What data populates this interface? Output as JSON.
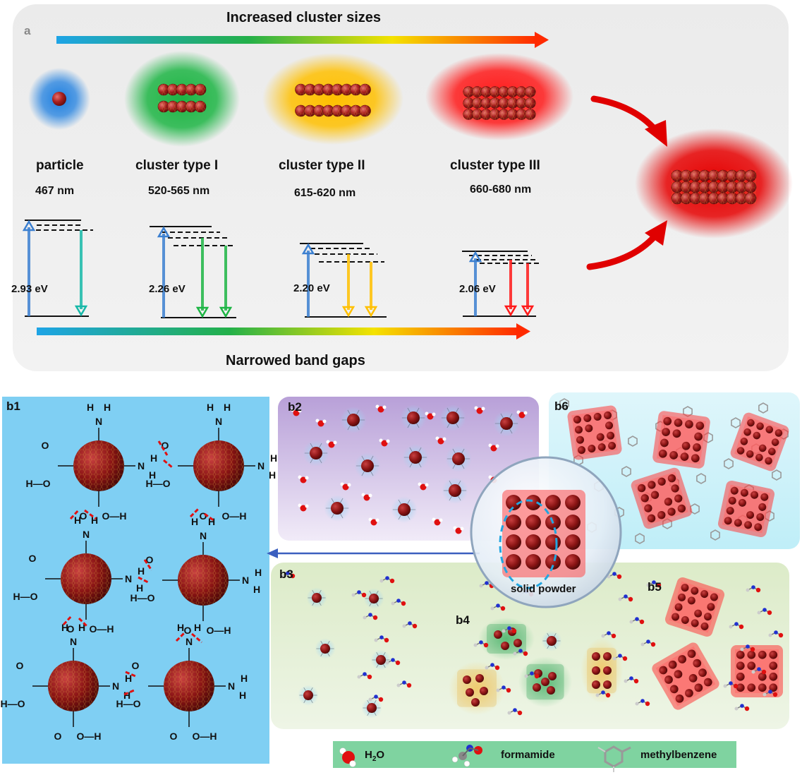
{
  "panel_a": {
    "label": "a",
    "top_arrow_label": "Increased cluster sizes",
    "bottom_arrow_label": "Narrowed band gaps",
    "states": [
      {
        "name": "particle",
        "wavelength": "467 nm",
        "band_gap": "2.93 eV",
        "glow_color": "#1e7fe0"
      },
      {
        "name": "cluster type I",
        "wavelength": "520-565 nm",
        "band_gap": "2.26 eV",
        "glow_color": "#1db544"
      },
      {
        "name": "cluster type II",
        "wavelength": "615-620 nm",
        "band_gap": "2.20 eV",
        "glow_color": "#ffc000"
      },
      {
        "name": "cluster type III",
        "wavelength": "660-680 nm",
        "band_gap": "2.06 eV",
        "glow_color": "#ff1a1a"
      }
    ],
    "gradient_colors": [
      "#1ea4e6",
      "#23b04a",
      "#f4e200",
      "#ff2a00"
    ]
  },
  "panel_b": {
    "b1": {
      "label": "b1",
      "background": "#7fcff3"
    },
    "b2": {
      "label": "b2"
    },
    "b3": {
      "label": "b3"
    },
    "b4": {
      "label": "b4"
    },
    "b5": {
      "label": "b5"
    },
    "b6": {
      "label": "b6"
    },
    "center_label": "solid powder",
    "legend": [
      {
        "label": "H",
        "sub": "2",
        "label_tail": "O",
        "icon": "water-molecule-icon"
      },
      {
        "label": "formamide",
        "icon": "formamide-molecule-icon"
      },
      {
        "label": "methylbenzene",
        "icon": "methylbenzene-molecule-icon"
      }
    ]
  },
  "b1_chem_labels": {
    "amine_h": "H",
    "amine_n": "N",
    "acid_oh": "O—H",
    "acid_ho": "H—O",
    "oxygen": "O"
  }
}
